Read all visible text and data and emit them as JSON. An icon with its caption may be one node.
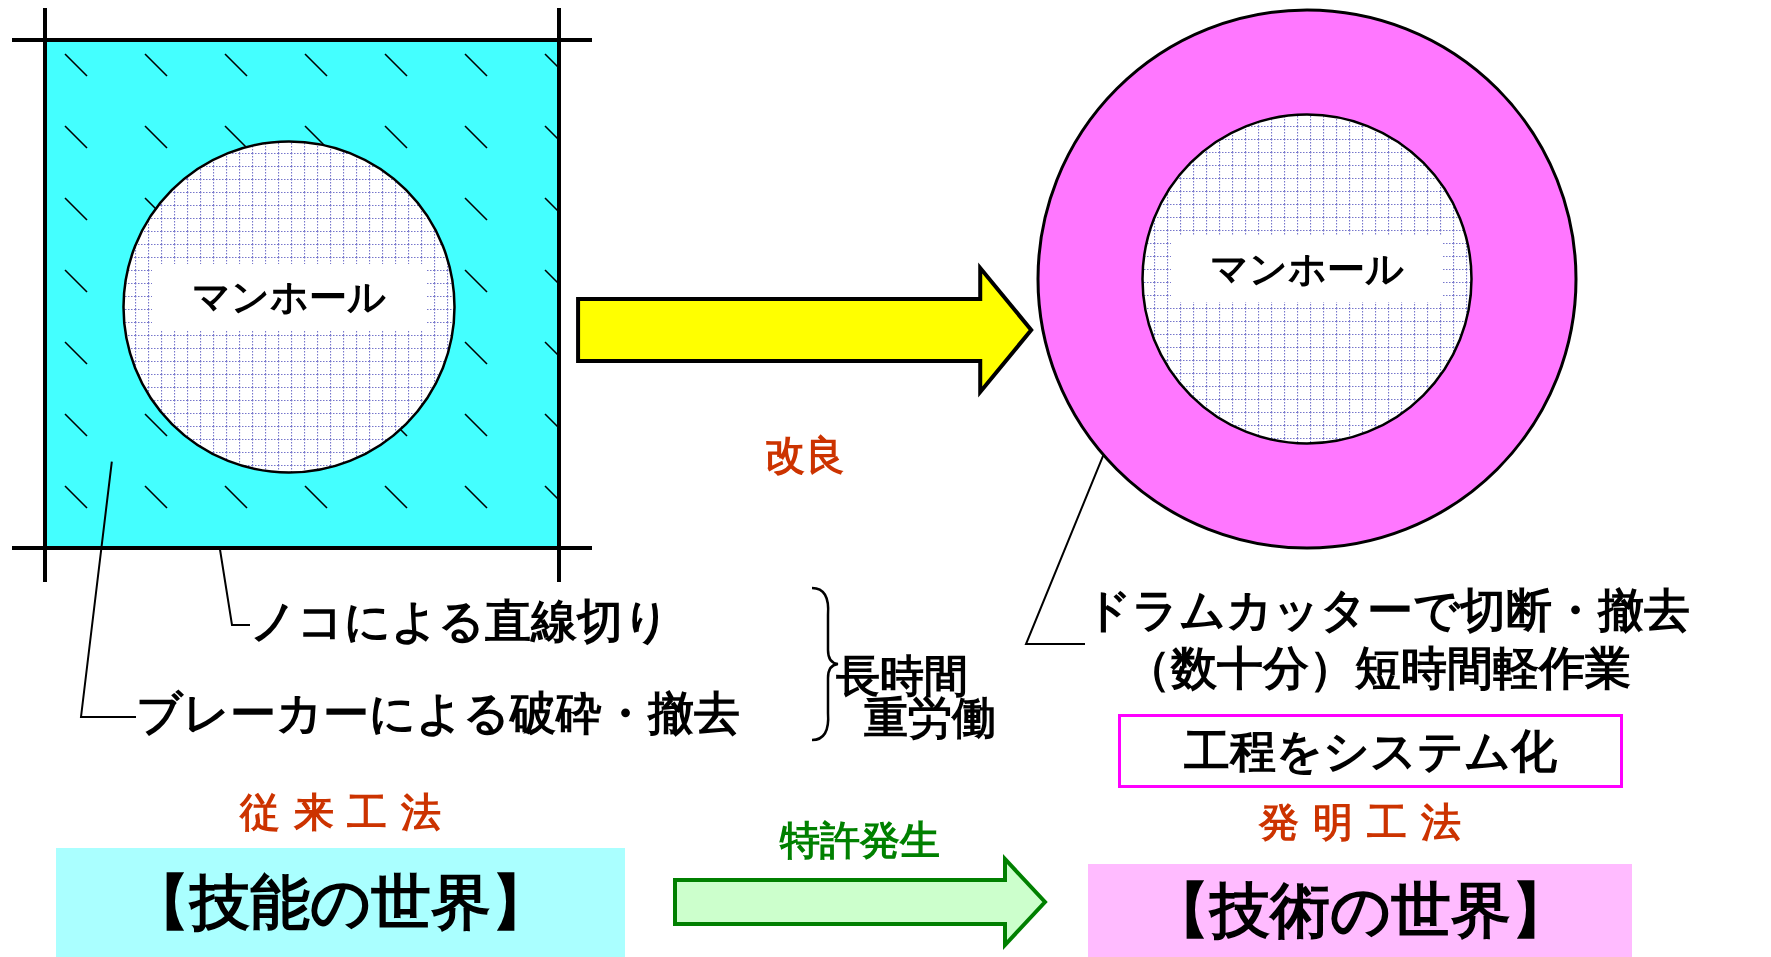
{
  "diagram": {
    "nodes": [
      {
        "text": [],
        "shape": "box"
      },
      {
        "text": [
          "マンホール"
        ],
        "in": 0
      },
      {
        "text": [],
        "shape": "circle"
      },
      {
        "text": [
          "マンホール"
        ],
        "in": 2
      },
      {
        "text": [
          "ノコによる直線切り"
        ]
      },
      {
        "text": [
          "ブレーカーによる破砕・撤去"
        ]
      },
      {
        "text": [
          "ドラムカッターで切断・撤去",
          "（数十分）短時間軽作業"
        ]
      },
      {
        "text": [
          "工程をシステム化"
        ]
      },
      {
        "text": [
          "従 来 工 法",
          "【技能の世界】"
        ]
      },
      {
        "text": [
          "発 明 工 法",
          "【技術の世界】"
        ]
      }
    ],
    "edges": [
      {
        "from": 0,
        "to": 2,
        "arrow": "to",
        "label": "改良",
        "style": "thick",
        "color": "#ffff00"
      },
      {
        "from": 8,
        "to": 9,
        "arrow": "to",
        "label": "特許発生",
        "style": "thick",
        "color": "#ccffcc"
      },
      {
        "from": 4,
        "to": 0,
        "arrow": "none"
      },
      {
        "from": 5,
        "to": 0,
        "arrow": "none"
      },
      {
        "from": 6,
        "to": 2,
        "arrow": "none"
      }
    ],
    "labels": [
      "長時間",
      "重労働"
    ]
  }
}
